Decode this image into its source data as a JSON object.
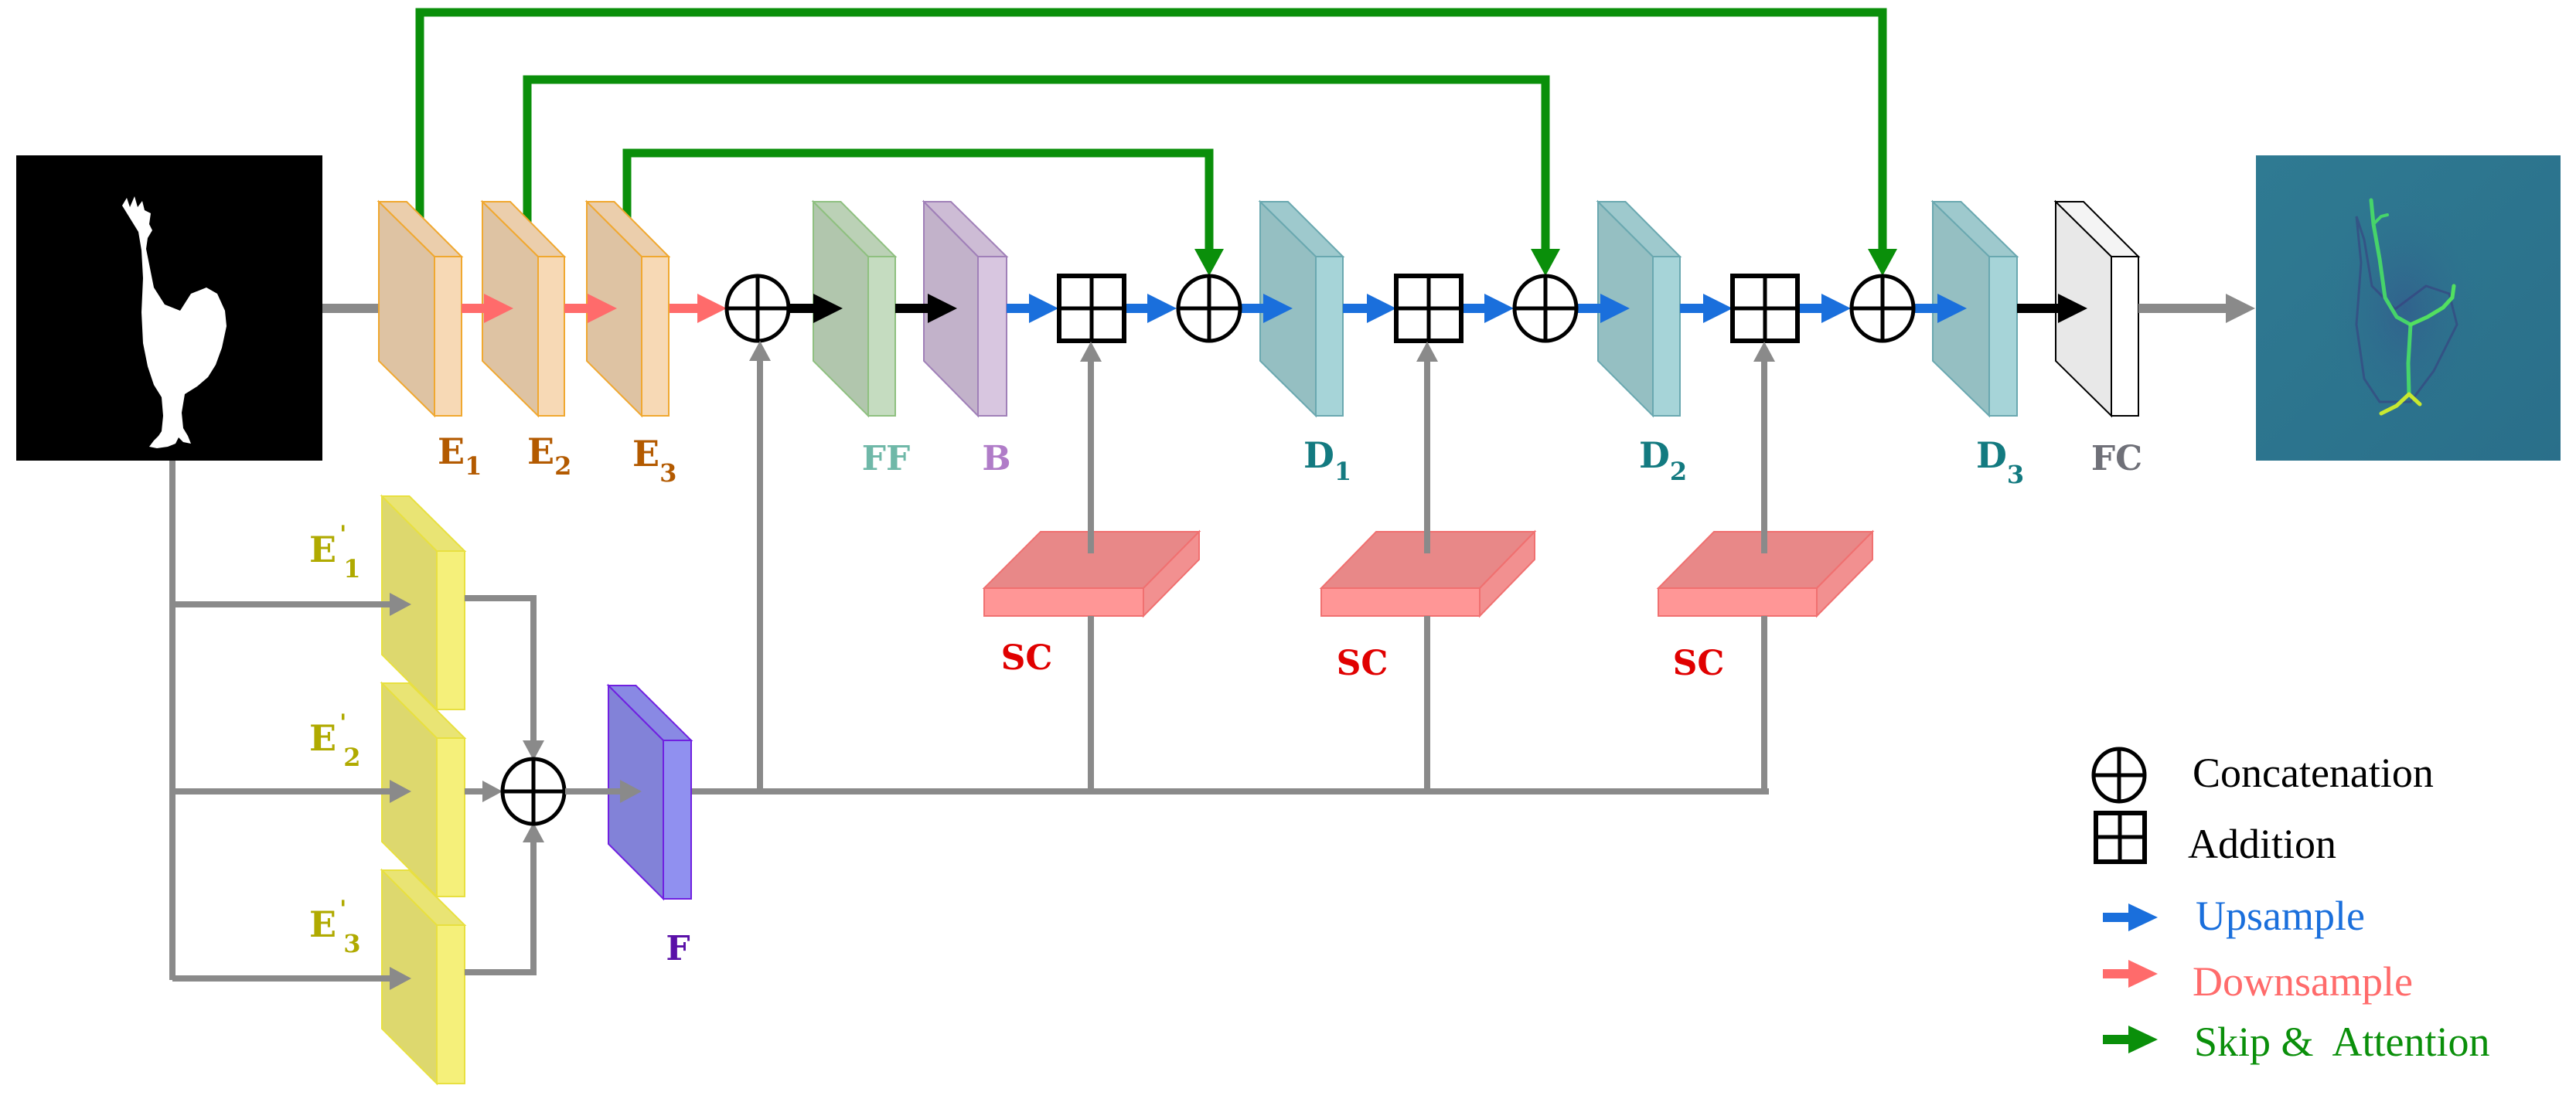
{
  "figure": {
    "type": "network-architecture-diagram",
    "input_image": {
      "name": "input-silhouette",
      "description": "binary mask of a rooster (white on black)"
    },
    "output_image": {
      "name": "output-skeleton-heatmap",
      "description": "teal heatmap with bright green/yellow skeleton of the rooster"
    }
  },
  "colors": {
    "skip": "#0a8f0a",
    "upsample": "#1a6fdc",
    "downsample": "#ff6b6b",
    "gray_flow": "#8a8a8a",
    "black_flow": "#000000",
    "encoder_fill": "#f7d9b5",
    "encoder_stroke": "#f0a830",
    "encoder_label": "#b35a00",
    "ff_fill": "#c5dcc0",
    "ff_label": "#6fb8a8",
    "b_fill": "#d8c6e0",
    "b_label": "#b07cc8",
    "decoder_fill": "#a6d4d8",
    "decoder_label": "#137a80",
    "fc_fill": "#e8e8e8",
    "fc_label": "#6f7078",
    "eprime_fill": "#f5f07a",
    "eprime_label": "#b0aa00",
    "f_fill": "#9090f0",
    "f_label": "#5a10a8",
    "sc_fill": "#f08c8c",
    "sc_label": "#e00000",
    "output_bg": "#2e7590"
  },
  "blocks": {
    "encoders": [
      {
        "id": "E1",
        "letter": "E",
        "sub": "1"
      },
      {
        "id": "E2",
        "letter": "E",
        "sub": "2"
      },
      {
        "id": "E3",
        "letter": "E",
        "sub": "3"
      }
    ],
    "ff": {
      "label": "FF"
    },
    "bottleneck": {
      "label": "B"
    },
    "decoders": [
      {
        "id": "D1",
        "letter": "D",
        "sub": "1"
      },
      {
        "id": "D2",
        "letter": "D",
        "sub": "2"
      },
      {
        "id": "D3",
        "letter": "D",
        "sub": "3"
      }
    ],
    "fc": {
      "label": "FC"
    },
    "aux_encoders": [
      {
        "id": "E'1",
        "letter": "E",
        "prime": "'",
        "sub": "1"
      },
      {
        "id": "E'2",
        "letter": "E",
        "prime": "'",
        "sub": "2"
      },
      {
        "id": "E'3",
        "letter": "E",
        "prime": "'",
        "sub": "3"
      }
    ],
    "fusion": {
      "label": "F"
    },
    "sc_blocks": [
      {
        "label": "SC"
      },
      {
        "label": "SC"
      },
      {
        "label": "SC"
      }
    ]
  },
  "legend": {
    "items": [
      {
        "symbol": "concatenation-symbol",
        "label": "Concatenation",
        "color": "#000000"
      },
      {
        "symbol": "addition-symbol",
        "label": "Addition",
        "color": "#000000"
      },
      {
        "symbol": "upsample-arrow",
        "label": "Upsample",
        "color": "#1a6fdc"
      },
      {
        "symbol": "downsample-arrow",
        "label": "Downsample",
        "color": "#ff6b6b"
      },
      {
        "symbol": "skip-arrow",
        "label": "Skip &  Attention",
        "color": "#0a8f0a"
      }
    ]
  }
}
